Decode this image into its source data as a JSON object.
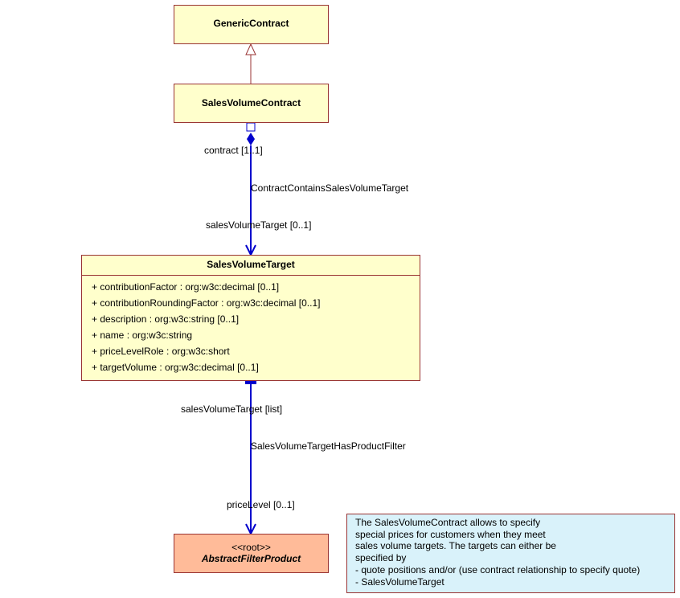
{
  "classes": {
    "generic_contract": {
      "name": "GenericContract"
    },
    "sales_volume_contract": {
      "name": "SalesVolumeContract"
    },
    "sales_volume_target": {
      "name": "SalesVolumeTarget",
      "attributes": [
        "+ contributionFactor : org:w3c:decimal [0..1]",
        "+ contributionRoundingFactor : org:w3c:decimal [0..1]",
        "+ description : org:w3c:string [0..1]",
        "+ name : org:w3c:string",
        "+ priceLevelRole : org:w3c:short",
        "+ targetVolume : org:w3c:decimal [0..1]"
      ]
    },
    "abstract_filter_product": {
      "stereotype": "<<root>>",
      "name": "AbstractFilterProduct"
    }
  },
  "associations": {
    "contract_contains": {
      "source_role": "contract [1..1]",
      "name": "ContractContainsSalesVolumeTarget",
      "target_role": "salesVolumeTarget [0..1]"
    },
    "has_product_filter": {
      "source_role": "salesVolumeTarget [list]",
      "name": "SalesVolumeTargetHasProductFilter",
      "target_role": "priceLevel [0..1]"
    }
  },
  "note": {
    "lines": [
      "The SalesVolumeContract allows to specify",
      "special prices for customers when they meet",
      "sales volume targets. The targets can either be",
      "specified by",
      "- quote positions and/or (use contract relationship to specify quote)",
      "- SalesVolumeTarget"
    ]
  },
  "colors": {
    "class_fill": "#ffffcc",
    "class_border": "#993333",
    "root_fill": "#ffbb99",
    "note_fill": "#d9f2fa",
    "association": "#0000cc",
    "generalization": "#993333"
  }
}
